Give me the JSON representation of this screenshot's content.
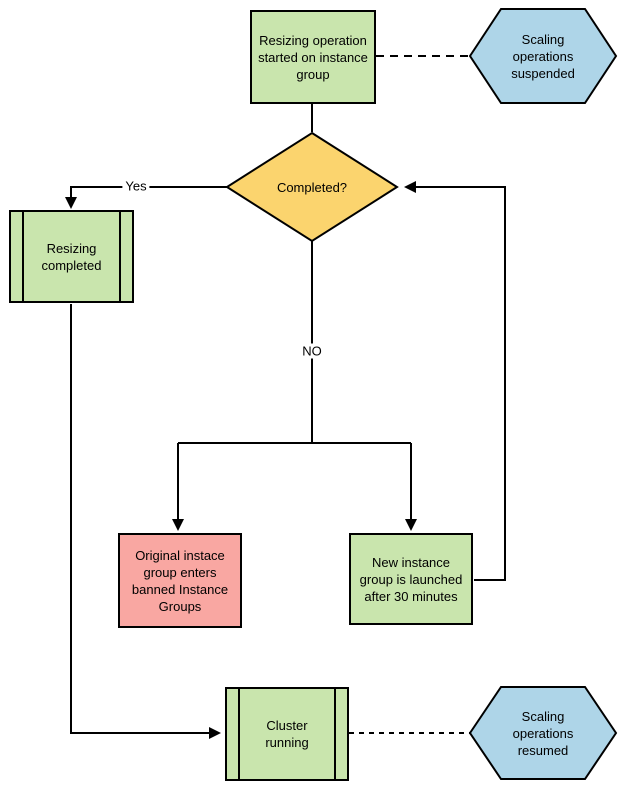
{
  "colors": {
    "process": "#c9e5ad",
    "decision": "#fbd46e",
    "event": "#aed5e8",
    "alert": "#f9a7a2",
    "line": "#000000",
    "background": "#ffffff"
  },
  "nodes": {
    "resize_start": {
      "label": "Resizing operation started on instance group",
      "type": "process"
    },
    "scaling_suspended": {
      "label": "Scaling operations suspended",
      "type": "event"
    },
    "completed_decision": {
      "label": "Completed?",
      "type": "decision"
    },
    "resizing_completed": {
      "label": "Resizing completed",
      "type": "predefined-process"
    },
    "banned_instance_group": {
      "label": "Original instace group enters banned Instance Groups",
      "type": "alert"
    },
    "new_instance_group": {
      "label": "New instance group is launched after 30 minutes",
      "type": "process"
    },
    "cluster_running": {
      "label": "Cluster running",
      "type": "predefined-process"
    },
    "scaling_resumed": {
      "label": "Scaling operations resumed",
      "type": "event"
    }
  },
  "edge_labels": {
    "yes": "Yes",
    "no": "NO"
  }
}
